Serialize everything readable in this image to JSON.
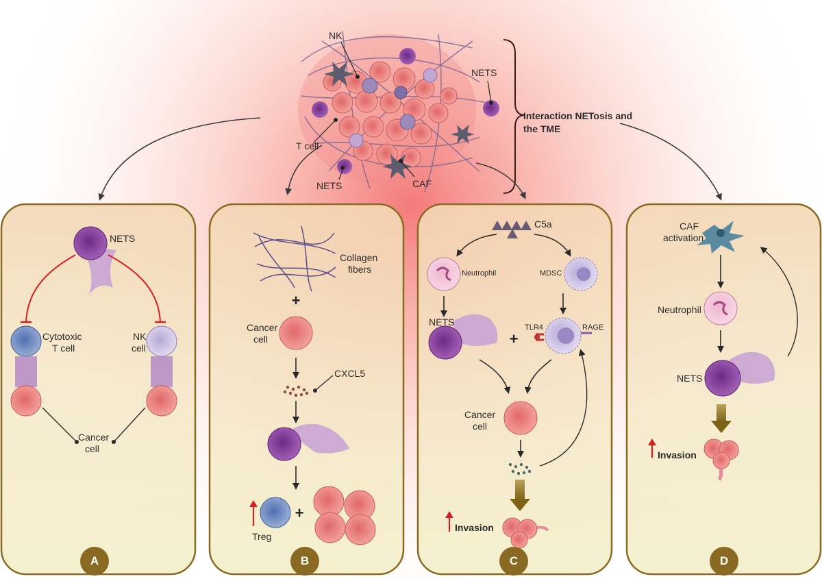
{
  "colors": {
    "panel_border": "#8a6a22",
    "panel_fill": "#f5f1cf",
    "glow": "#f26d6d",
    "nets_purple": "#8e3fa0",
    "cancer_pink": "#ee8a8a",
    "inhibit_red": "#d32020",
    "up_arrow_red": "#d32020",
    "badge": "#8a6a22"
  },
  "top": {
    "title_line1": "Interaction NETosis and",
    "title_line2": "the TME",
    "labels": {
      "nk": "NK",
      "nets_right": "NETS",
      "t_cell": "T cell",
      "nets_bottom": "NETS",
      "caf": "CAF"
    }
  },
  "panel_a": {
    "badge": "A",
    "nets": "NETS",
    "cytotoxic_line1": "Cytotoxic",
    "cytotoxic_line2": "T cell",
    "nk_line1": "NK",
    "nk_line2": "cell",
    "cancer_line1": "Cancer",
    "cancer_line2": "cell"
  },
  "panel_b": {
    "badge": "B",
    "collagen_line1": "Collagen",
    "collagen_line2": "fibers",
    "plus1": "+",
    "cancer_line1": "Cancer",
    "cancer_line2": "cell",
    "cxcl5": "CXCL5",
    "treg": "Treg",
    "plus2": "+"
  },
  "panel_c": {
    "badge": "C",
    "c5a": "C5a",
    "neutrophil": "Neutrophil",
    "mdsc": "MDSC",
    "nets": "NETS",
    "plus": "+",
    "tlr4": "TLR4",
    "rage": "RAGE",
    "cancer_line1": "Cancer",
    "cancer_line2": "cell",
    "invasion": "Invasion"
  },
  "panel_d": {
    "badge": "D",
    "caf_line1": "CAF",
    "caf_line2": "activation",
    "neutrophil": "Neutrophil",
    "nets": "NETS",
    "invasion": "Invasion"
  }
}
